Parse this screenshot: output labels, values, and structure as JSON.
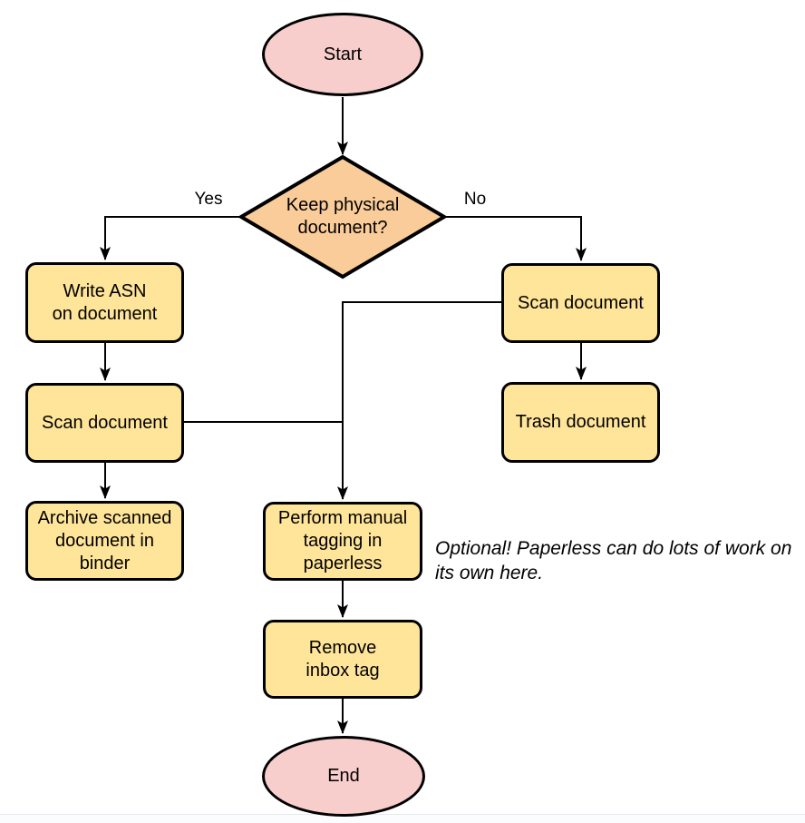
{
  "colors": {
    "process_fill": "#FFE59A",
    "decision_fill": "#FACC99",
    "terminal_fill": "#F8CECC",
    "line": "#000000"
  },
  "diagram": {
    "nodes": {
      "start": {
        "label": "Start"
      },
      "decision": {
        "label": "Keep physical\ndocument?"
      },
      "write_asn": {
        "label": "Write ASN\non document"
      },
      "scan_left": {
        "label": "Scan document"
      },
      "archive": {
        "label": "Archive scanned\ndocument in\nbinder"
      },
      "scan_right": {
        "label": "Scan document"
      },
      "trash": {
        "label": "Trash document"
      },
      "tagging": {
        "label": "Perform manual\ntagging in\npaperless"
      },
      "remove_inbox": {
        "label": "Remove\ninbox tag"
      },
      "end": {
        "label": "End"
      }
    },
    "edge_labels": {
      "yes": "Yes",
      "no": "No"
    },
    "note": "Optional! Paperless can do lots of work on\nits own here."
  }
}
